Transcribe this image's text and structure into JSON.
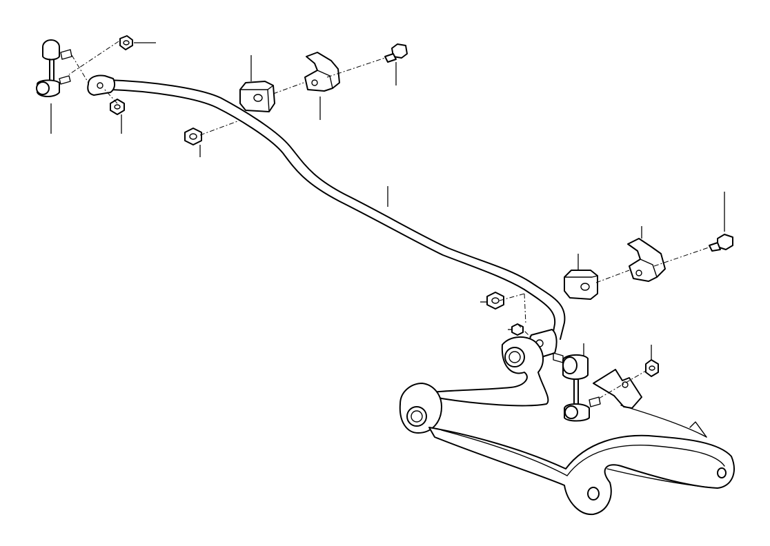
{
  "diagram": {
    "colors": {
      "ink": "#000000",
      "background": "#ffffff"
    },
    "parts": [
      "stabilizer-bar",
      "left-stabilizer-link",
      "right-stabilizer-link",
      "left-rubber-mount",
      "right-rubber-mount",
      "left-mounting-clamp",
      "right-mounting-clamp",
      "left-clamp-bolt",
      "right-clamp-bolt",
      "hex-nuts",
      "lower-control-arm"
    ]
  }
}
